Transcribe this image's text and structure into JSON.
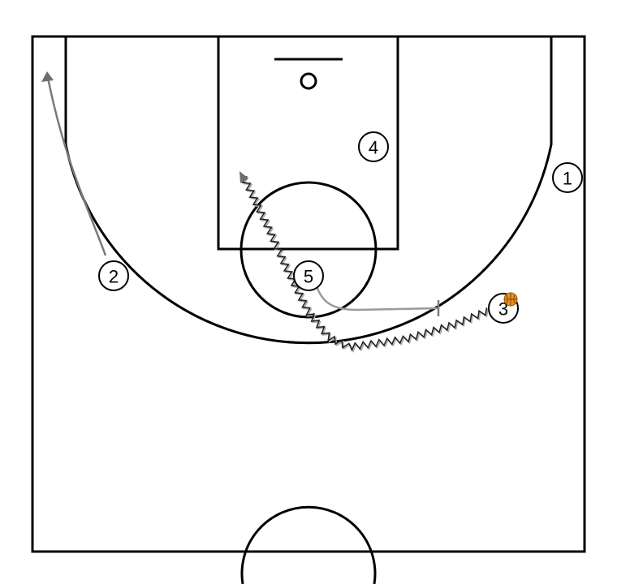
{
  "players": [
    {
      "id": "p1",
      "label": "1"
    },
    {
      "id": "p2",
      "label": "2"
    },
    {
      "id": "p3",
      "label": "3"
    },
    {
      "id": "p4",
      "label": "4"
    },
    {
      "id": "p5",
      "label": "5"
    }
  ],
  "ball_holder": "3",
  "colors": {
    "court_lines": "#000000",
    "movement": "#7a7a7a",
    "dribble": "#222222",
    "ball": "#e8901c",
    "background": "#ffffff"
  },
  "actions": [
    {
      "type": "cut",
      "player": "2",
      "icon": "arrow"
    },
    {
      "type": "dribble",
      "player": "3",
      "icon": "zigzag-arrow"
    },
    {
      "type": "screen",
      "player": "5",
      "icon": "screen-bar"
    }
  ]
}
